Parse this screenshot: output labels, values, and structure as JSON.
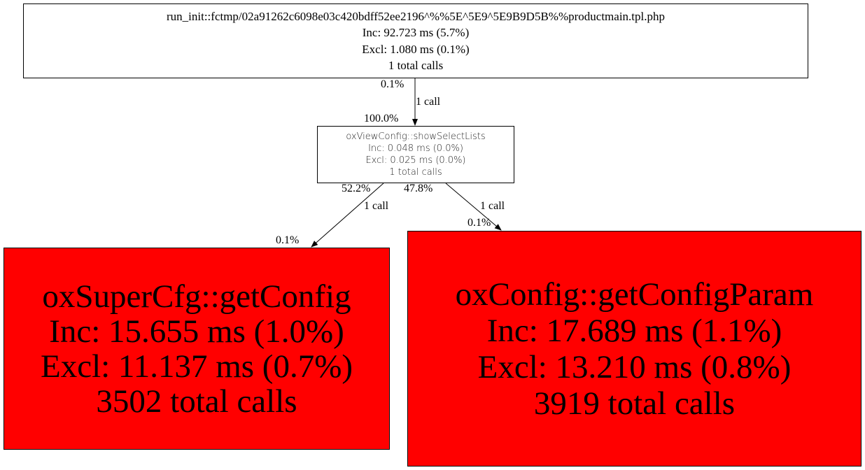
{
  "nodes": {
    "root": {
      "name": "run_init::fctmp/02a91262c6098e03c420bdff52ee2196^%%5E^5E9^5E9B9D5B%%productmain.tpl.php",
      "inc": "Inc: 92.723 ms (5.7%)",
      "excl": "Excl: 1.080 ms (0.1%)",
      "calls": "1 total calls"
    },
    "show": {
      "name": "oxViewConfig::showSelectLists",
      "inc": "Inc: 0.048 ms (0.0%)",
      "excl": "Excl: 0.025 ms (0.0%)",
      "calls": "1 total calls"
    },
    "getconfig": {
      "name": "oxSuperCfg::getConfig",
      "inc": "Inc: 15.655 ms (1.0%)",
      "excl": "Excl: 11.137 ms (0.7%)",
      "calls": "3502 total calls",
      "color": "#ff0000"
    },
    "getparam": {
      "name": "oxConfig::getConfigParam",
      "inc": "Inc: 17.689 ms (1.1%)",
      "excl": "Excl: 13.210 ms (0.8%)",
      "calls": "3919 total calls",
      "color": "#ff0000"
    }
  },
  "edges": [
    {
      "from": "root",
      "to": "show",
      "tail": "0.1%",
      "label": "1 call",
      "head": "100.0%"
    },
    {
      "from": "show",
      "to": "getconfig",
      "tail": "52.2%",
      "label": "1 call",
      "head": "0.1%"
    },
    {
      "from": "show",
      "to": "getparam",
      "tail": "47.8%",
      "label": "1 call",
      "head": "0.1%"
    }
  ]
}
